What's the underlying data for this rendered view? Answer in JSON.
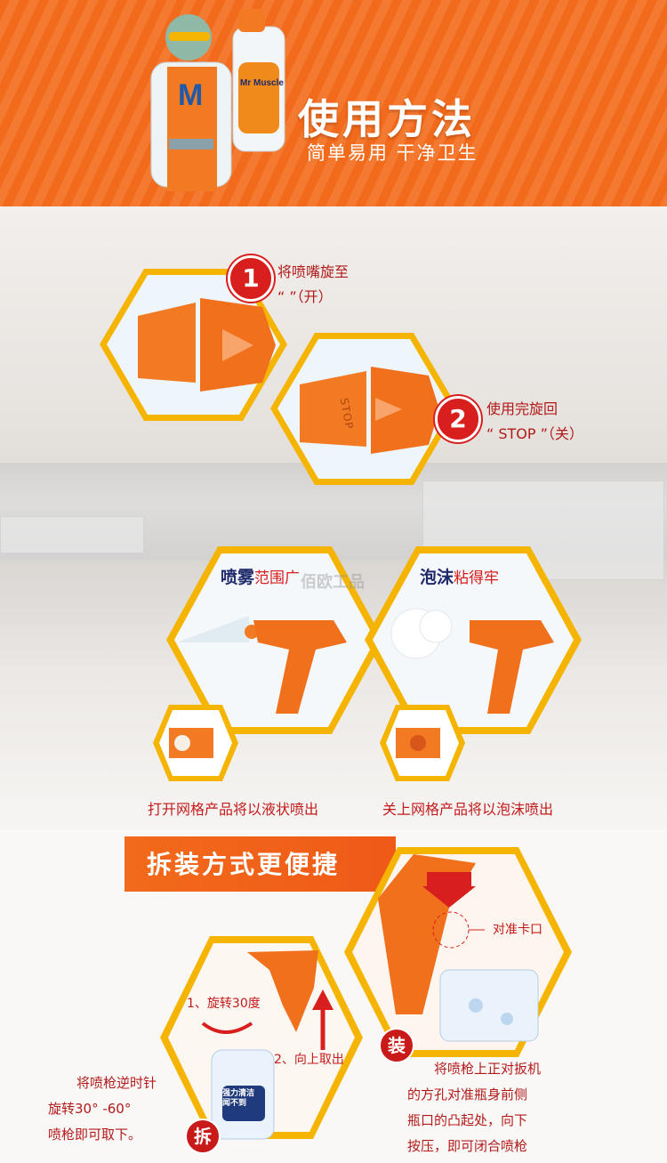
{
  "header": {
    "title": "使用方法",
    "subtitle": "简单易用  干净卫生"
  },
  "mascot": {
    "letter": "M",
    "bottle_brand": "Mr Muscle"
  },
  "steps": [
    {
      "number": "1",
      "line1": "将喷嘴旋至",
      "line2": "“ ”（开）"
    },
    {
      "number": "2",
      "line1": "使用完旋回",
      "line2": "“ STOP ”（关）"
    }
  ],
  "nozzle_mark": "STOP",
  "modes": [
    {
      "label_a": "喷雾",
      "label_b": "范围广",
      "caption": "打开网格产品将以液状喷出"
    },
    {
      "label_a": "泡沫",
      "label_b": "粘得牢",
      "caption": "关上网格产品将以泡沫喷出"
    }
  ],
  "watermark": "佰欧工品",
  "section2": {
    "title": "拆装方式更便捷"
  },
  "remove": {
    "badge": "拆",
    "step1": "1、旋转30度",
    "step2": "2、向上取出",
    "desc": [
      "将喷枪逆时针",
      "旋转30° -60°",
      "喷枪即可取下。"
    ],
    "bottle_text": [
      "强力清洁",
      "闻不到"
    ]
  },
  "install": {
    "badge": "装",
    "align_label": "对准卡口",
    "desc": [
      "将喷枪上正对扳机",
      "的方孔对准瓶身前侧",
      "瓶口的凸起处，向下",
      "按压，即可闭合喷枪"
    ]
  },
  "colors": {
    "orange": "#f26a1b",
    "red": "#d91e1e",
    "gold": "#f5b400",
    "navy": "#1f2a6b"
  }
}
